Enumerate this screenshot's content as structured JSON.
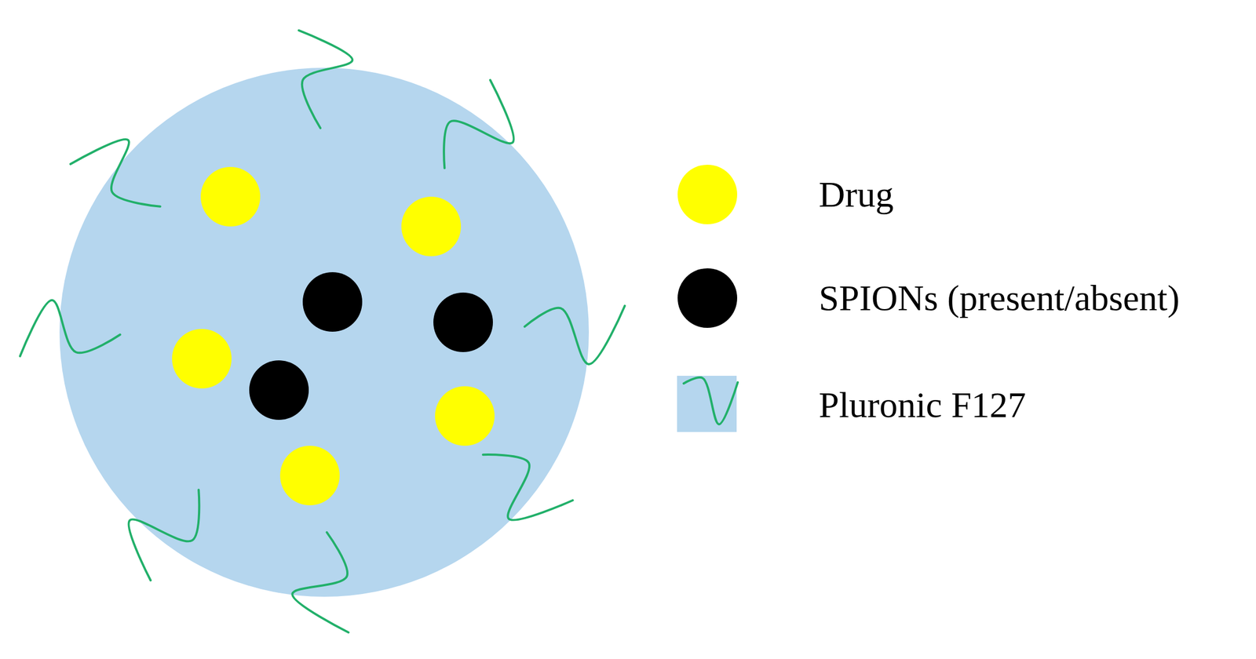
{
  "diagram": {
    "legend": [
      {
        "text": "Drug",
        "color": "#ffff00"
      },
      {
        "text": "SPIONs (present/absent)",
        "color": "#000000"
      },
      {
        "text": "Pluronic F127"
      }
    ]
  }
}
